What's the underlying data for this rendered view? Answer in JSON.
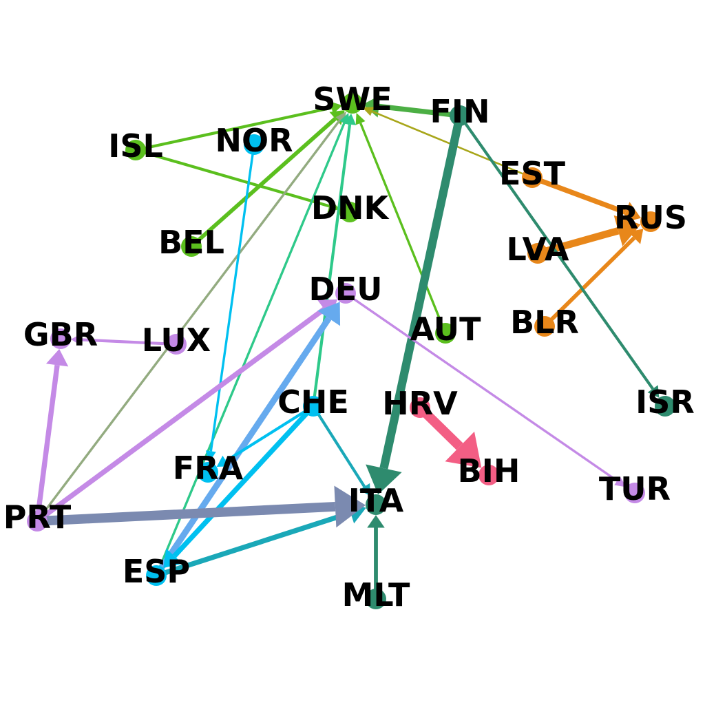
{
  "colors": {
    "green": "#5bbf1e",
    "blue": "#00c0f0",
    "purple": "#c48ae6",
    "orange": "#e8871a",
    "teal": "#2e8b6e",
    "pink": "#f35e84",
    "slate": "#7b8ab0",
    "cornflower": "#66aaee",
    "cyan_teal": "#1aa8b8",
    "mint": "#2ec98a",
    "olive": "#a8a61a",
    "sage": "#93ab80",
    "bright_green": "#4caf44"
  },
  "nodes": [
    {
      "id": "SWE",
      "label": "SWE",
      "color": "#5bbf1e"
    },
    {
      "id": "FIN",
      "label": "FIN",
      "color": "#2e8b6e"
    },
    {
      "id": "ISL",
      "label": "ISL",
      "color": "#5bbf1e"
    },
    {
      "id": "NOR",
      "label": "NOR",
      "color": "#00c0f0"
    },
    {
      "id": "EST",
      "label": "EST",
      "color": "#e8871a"
    },
    {
      "id": "DNK",
      "label": "DNK",
      "color": "#5bbf1e"
    },
    {
      "id": "RUS",
      "label": "RUS",
      "color": "#e8871a"
    },
    {
      "id": "BEL",
      "label": "BEL",
      "color": "#5bbf1e"
    },
    {
      "id": "LVA",
      "label": "LVA",
      "color": "#e8871a"
    },
    {
      "id": "DEU",
      "label": "DEU",
      "color": "#c48ae6"
    },
    {
      "id": "BLR",
      "label": "BLR",
      "color": "#e8871a"
    },
    {
      "id": "GBR",
      "label": "GBR",
      "color": "#c48ae6"
    },
    {
      "id": "LUX",
      "label": "LUX",
      "color": "#c48ae6"
    },
    {
      "id": "AUT",
      "label": "AUT",
      "color": "#5bbf1e"
    },
    {
      "id": "ISR",
      "label": "ISR",
      "color": "#2e8b6e"
    },
    {
      "id": "CHE",
      "label": "CHE",
      "color": "#00c0f0"
    },
    {
      "id": "HRV",
      "label": "HRV",
      "color": "#f35e84"
    },
    {
      "id": "FRA",
      "label": "FRA",
      "color": "#00c0f0"
    },
    {
      "id": "BIH",
      "label": "BIH",
      "color": "#f35e84"
    },
    {
      "id": "TUR",
      "label": "TUR",
      "color": "#c48ae6"
    },
    {
      "id": "ITA",
      "label": "ITA",
      "color": "#2e8b6e"
    },
    {
      "id": "PRT",
      "label": "PRT",
      "color": "#c48ae6"
    },
    {
      "id": "ESP",
      "label": "ESP",
      "color": "#00c0f0"
    },
    {
      "id": "MLT",
      "label": "MLT",
      "color": "#2e8b6e"
    }
  ],
  "edges": [
    {
      "source": "ISL",
      "target": "SWE",
      "weight": 2,
      "color": "#5bbf1e"
    },
    {
      "source": "ISL",
      "target": "DNK",
      "weight": 2,
      "color": "#5bbf1e"
    },
    {
      "source": "BEL",
      "target": "SWE",
      "weight": 3,
      "color": "#5bbf1e"
    },
    {
      "source": "AUT",
      "target": "SWE",
      "weight": 1.5,
      "color": "#5bbf1e"
    },
    {
      "source": "FIN",
      "target": "SWE",
      "weight": 4,
      "color": "#4caf44"
    },
    {
      "source": "EST",
      "target": "SWE",
      "weight": 1,
      "color": "#a8a61a"
    },
    {
      "source": "PRT",
      "target": "SWE",
      "weight": 1.5,
      "color": "#93ab80"
    },
    {
      "source": "ESP",
      "target": "SWE",
      "weight": 1.5,
      "color": "#2ec98a"
    },
    {
      "source": "CHE",
      "target": "SWE",
      "weight": 2,
      "color": "#2ec98a"
    },
    {
      "source": "NOR",
      "target": "FRA",
      "weight": 1.5,
      "color": "#00c0f0"
    },
    {
      "source": "EST",
      "target": "RUS",
      "weight": 4,
      "color": "#e8871a"
    },
    {
      "source": "LVA",
      "target": "RUS",
      "weight": 6,
      "color": "#e8871a"
    },
    {
      "source": "BLR",
      "target": "RUS",
      "weight": 3,
      "color": "#e8871a"
    },
    {
      "source": "FIN",
      "target": "ITA",
      "weight": 7,
      "color": "#2e8b6e"
    },
    {
      "source": "FIN",
      "target": "ISR",
      "weight": 2,
      "color": "#2e8b6e"
    },
    {
      "source": "DEU",
      "target": "TUR",
      "weight": 1.5,
      "color": "#c48ae6"
    },
    {
      "source": "LUX",
      "target": "GBR",
      "weight": 2,
      "color": "#c48ae6"
    },
    {
      "source": "PRT",
      "target": "GBR",
      "weight": 4,
      "color": "#c48ae6"
    },
    {
      "source": "PRT",
      "target": "DEU",
      "weight": 4,
      "color": "#c48ae6"
    },
    {
      "source": "ESP",
      "target": "DEU",
      "weight": 5,
      "color": "#66aaee"
    },
    {
      "source": "CHE",
      "target": "FRA",
      "weight": 2,
      "color": "#00c0f0"
    },
    {
      "source": "CHE",
      "target": "ESP",
      "weight": 4,
      "color": "#00c0f0"
    },
    {
      "source": "CHE",
      "target": "ITA",
      "weight": 2,
      "color": "#1aa8b8"
    },
    {
      "source": "ESP",
      "target": "ITA",
      "weight": 4,
      "color": "#1aa8b8"
    },
    {
      "source": "PRT",
      "target": "ITA",
      "weight": 8,
      "color": "#7b8ab0"
    },
    {
      "source": "MLT",
      "target": "ITA",
      "weight": 3,
      "color": "#2e8b6e"
    },
    {
      "source": "HRV",
      "target": "BIH",
      "weight": 8,
      "color": "#f35e84"
    }
  ]
}
